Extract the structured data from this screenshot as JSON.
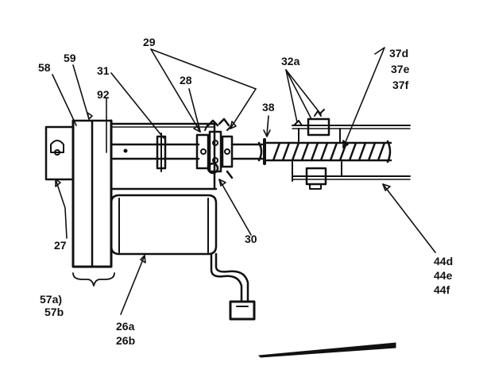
{
  "labels": {
    "l58": "58",
    "l59": "59",
    "l31": "31",
    "l92": "92",
    "l29": "29",
    "l28": "28",
    "l38": "38",
    "l32a": "32a",
    "l37d": "37d",
    "l37e": "37e",
    "l37f": "37f",
    "l27": "27",
    "l30": "30",
    "l44d": "44d",
    "l44e": "44e",
    "l44f": "44f",
    "l57a": "57a)",
    "l57b": "57b",
    "l26a": "26a",
    "l26b": "26b"
  }
}
